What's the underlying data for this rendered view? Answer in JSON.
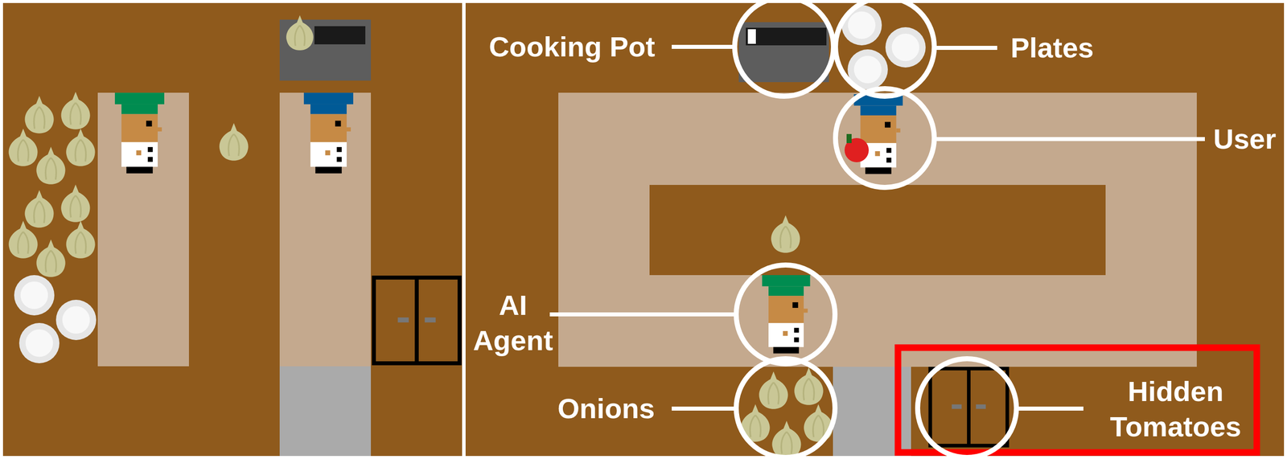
{
  "diagram": {
    "labels": [
      "Cooking Pot",
      "Plates",
      "User",
      "AI Agent",
      "Onions",
      "Hidden Tomatoes"
    ]
  }
}
